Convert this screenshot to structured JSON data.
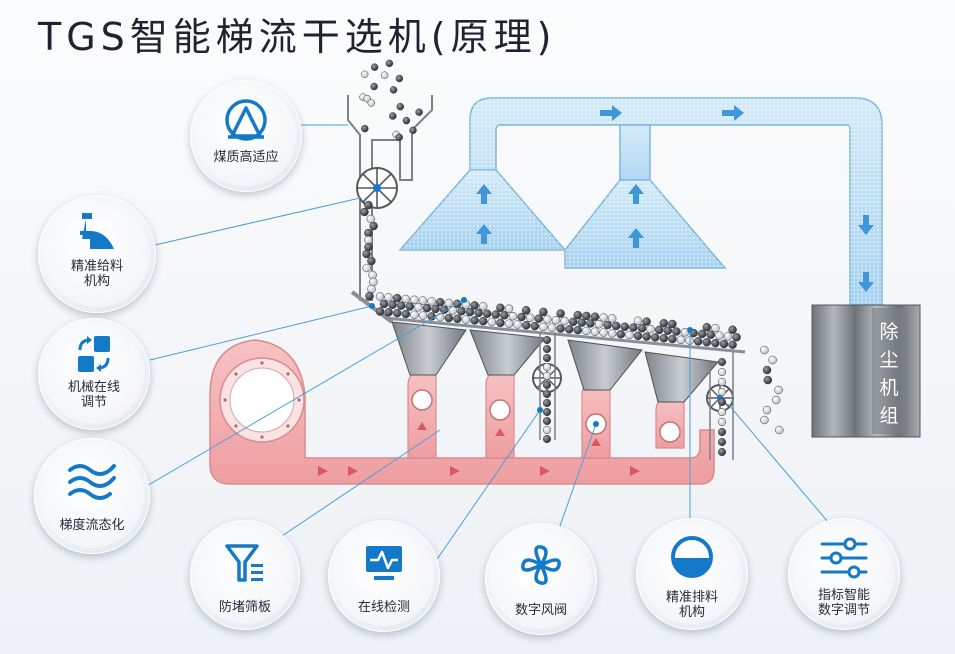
{
  "title": "TGS智能梯流干选机(原理)",
  "dust_unit": {
    "label": "除\n尘\n机\n组",
    "chars": [
      "除",
      "尘",
      "机",
      "组"
    ]
  },
  "colors": {
    "accent": "#1479c9",
    "air_blue": "#b9dcf3",
    "air_red": "#f2a9ab",
    "machine_gray": "#8a8f96"
  },
  "badges": [
    {
      "id": "coal-quality",
      "label": "煤质高适应",
      "icon": "funnel-arch-icon"
    },
    {
      "id": "precise-feeding",
      "label": "精准给料\n机构",
      "icon": "feeder-icon"
    },
    {
      "id": "online-adjust",
      "label": "机械在线\n调节",
      "icon": "rotate-blocks-icon"
    },
    {
      "id": "gradient-flow",
      "label": "梯度流态化",
      "icon": "waves-icon"
    },
    {
      "id": "anti-clog",
      "label": "防堵筛板",
      "icon": "filter-icon"
    },
    {
      "id": "online-detect",
      "label": "在线检测",
      "icon": "monitor-icon"
    },
    {
      "id": "digital-valve",
      "label": "数字风阀",
      "icon": "fan-icon"
    },
    {
      "id": "precise-discharge",
      "label": "精准排料\n机构",
      "icon": "half-circle-icon"
    },
    {
      "id": "digital-adjust",
      "label": "指标智能\n数字调节",
      "icon": "sliders-icon"
    }
  ]
}
